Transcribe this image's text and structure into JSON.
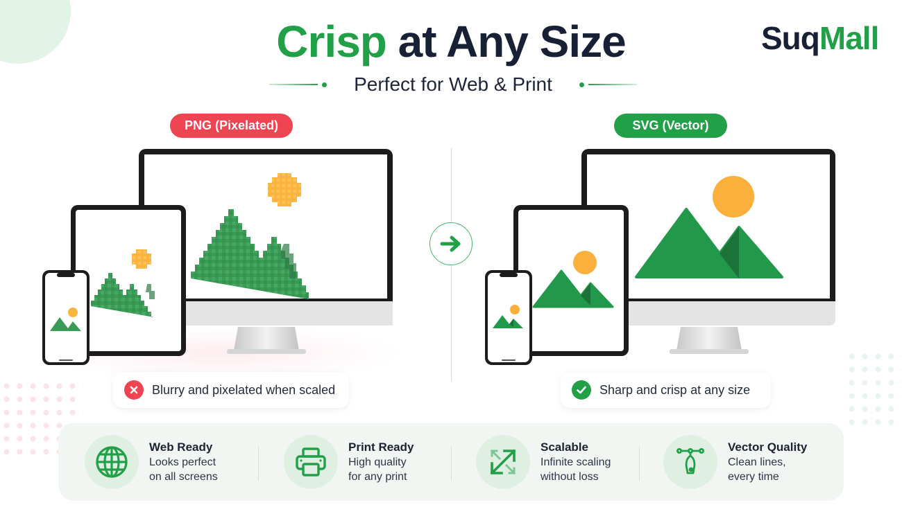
{
  "header": {
    "title_highlight": "Crisp",
    "title_rest": "at Any Size",
    "subtitle": "Perfect for Web & Print"
  },
  "brand": {
    "part1": "Suq",
    "part2": "Mall"
  },
  "comparison": {
    "left": {
      "badge": "PNG (Pixelated)",
      "caption": "Blurry and pixelated when scaled",
      "caption_icon": "x-circle-icon"
    },
    "right": {
      "badge": "SVG (Vector)",
      "caption": "Sharp and crisp at any size",
      "caption_icon": "check-circle-icon"
    },
    "center_icon": "arrow-right-icon"
  },
  "features": [
    {
      "icon": "globe-icon",
      "title": "Web Ready",
      "line1": "Looks perfect",
      "line2": "on all screens"
    },
    {
      "icon": "printer-icon",
      "title": "Print Ready",
      "line1": "High quality",
      "line2": "for any print"
    },
    {
      "icon": "expand-arrows-icon",
      "title": "Scalable",
      "line1": "Infinite scaling",
      "line2": "without loss"
    },
    {
      "icon": "pen-tool-icon",
      "title": "Vector Quality",
      "line1": "Clean lines,",
      "line2": "every time"
    }
  ],
  "colors": {
    "brand_green": "#22a047",
    "dark_text": "#182036",
    "error_red": "#ef4452",
    "sun_orange": "#fbb03b",
    "feature_bg": "#f1f6f2"
  }
}
